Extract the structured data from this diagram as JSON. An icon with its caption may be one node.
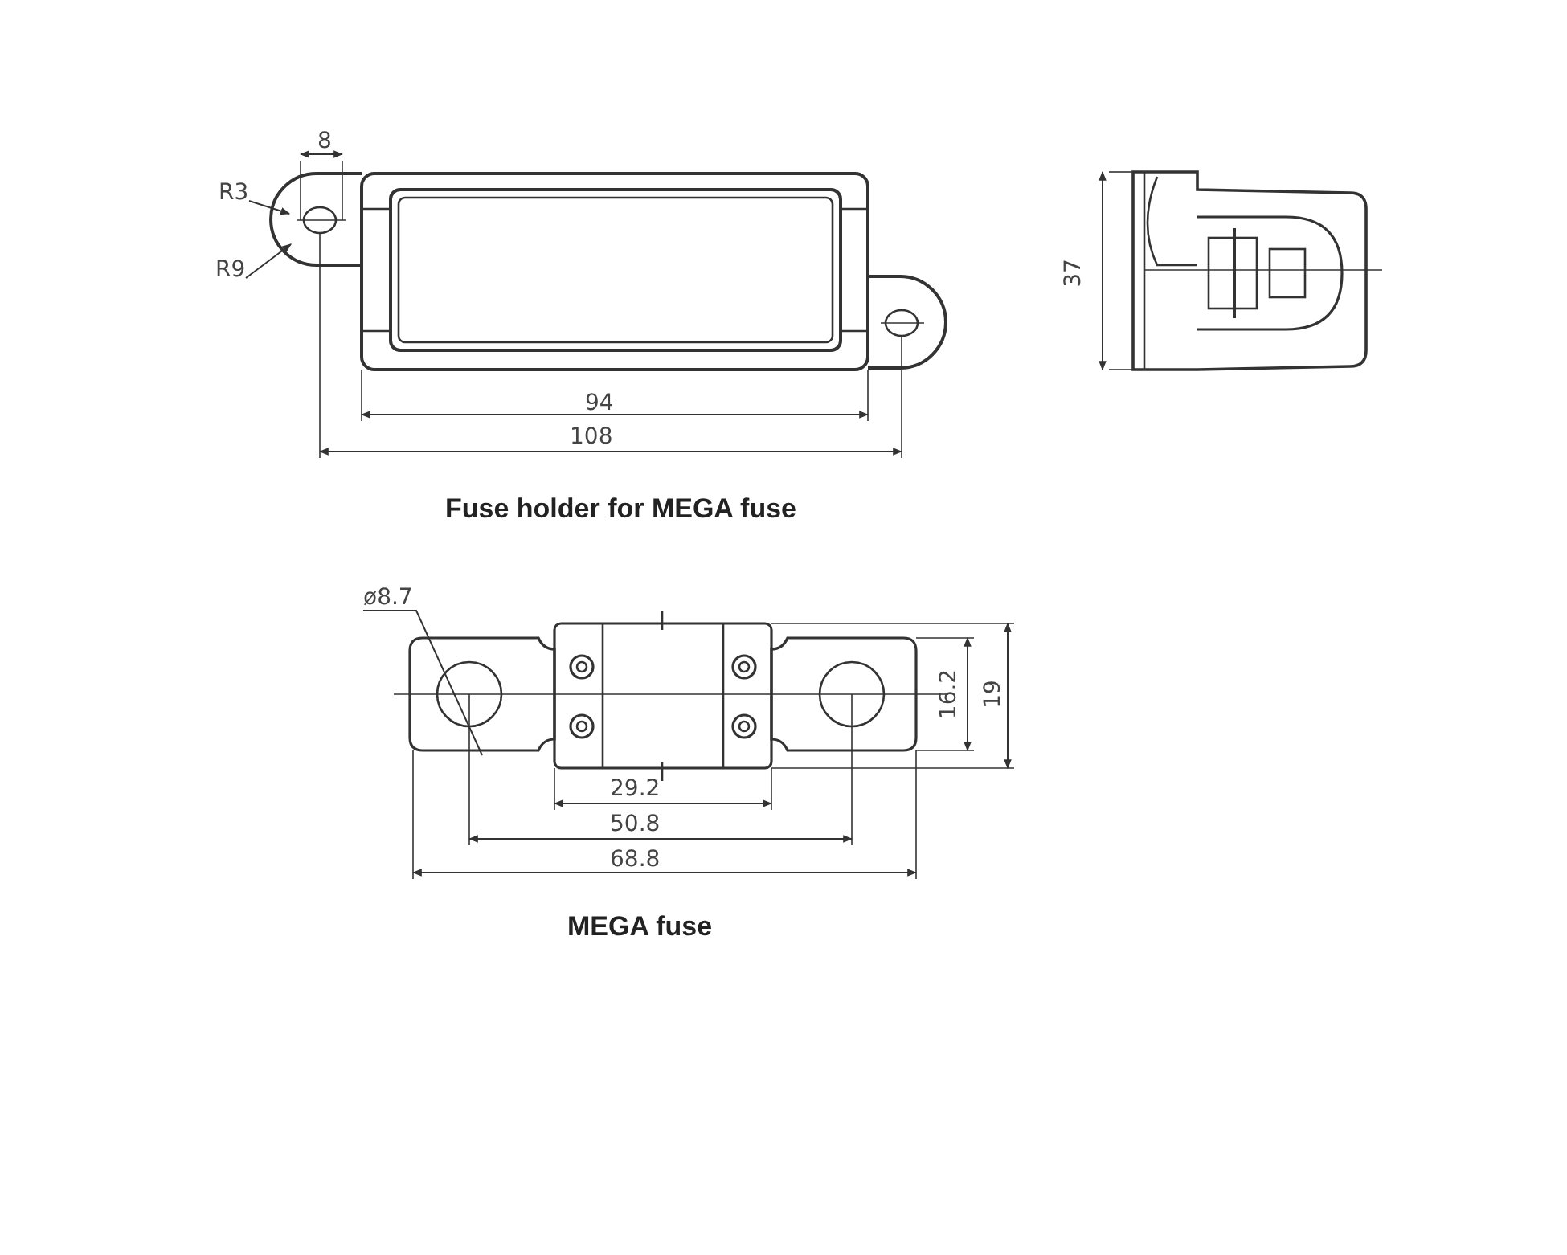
{
  "diagram": {
    "nodes": [
      {
        "text": [
          "R3"
        ]
      },
      {
        "text": [
          "R9"
        ]
      },
      {
        "text": [
          "ø8.7"
        ]
      }
    ],
    "edges": [
      {
        "from": 0,
        "to": null,
        "arrow": "to"
      },
      {
        "from": 1,
        "to": null,
        "arrow": "to"
      },
      {
        "from": 2,
        "to": null,
        "arrow": "none"
      }
    ],
    "labels": [
      "8",
      "94",
      "108",
      "37",
      "Fuse holder for MEGA fuse",
      "16.2",
      "19",
      "29.2",
      "50.8",
      "68.8",
      "MEGA fuse"
    ]
  }
}
